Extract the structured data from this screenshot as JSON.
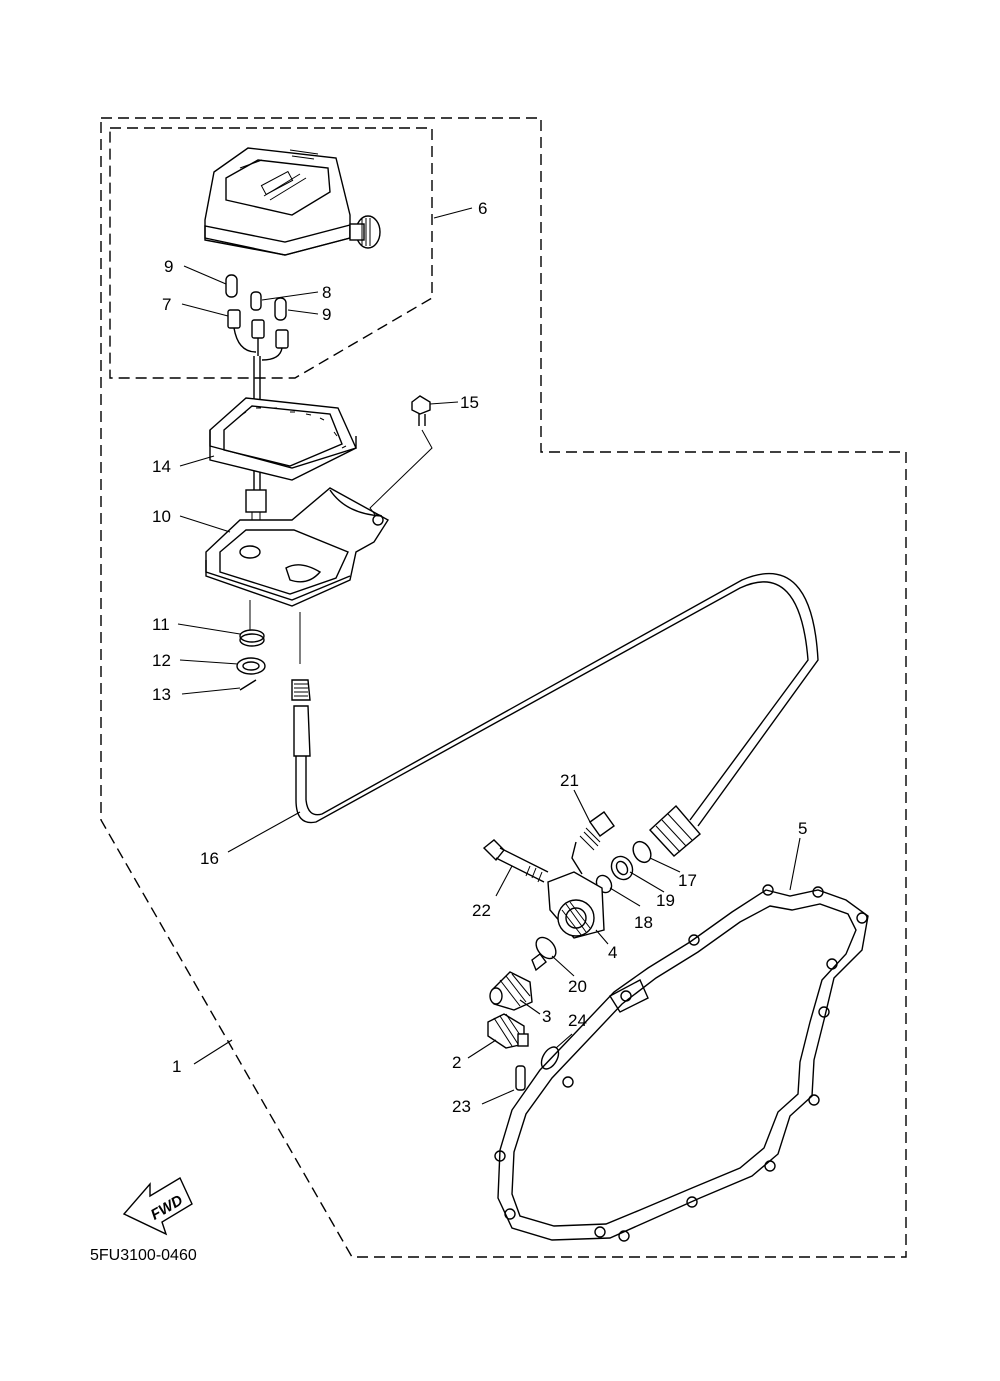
{
  "diagram_code": "5FU3100-0460",
  "direction_label": "FWD",
  "callouts": [
    {
      "id": "c1",
      "label": "1"
    },
    {
      "id": "c2",
      "label": "2"
    },
    {
      "id": "c3",
      "label": "3"
    },
    {
      "id": "c4",
      "label": "4"
    },
    {
      "id": "c5",
      "label": "5"
    },
    {
      "id": "c6",
      "label": "6"
    },
    {
      "id": "c7",
      "label": "7"
    },
    {
      "id": "c8",
      "label": "8"
    },
    {
      "id": "c9a",
      "label": "9"
    },
    {
      "id": "c9b",
      "label": "9"
    },
    {
      "id": "c10",
      "label": "10"
    },
    {
      "id": "c11",
      "label": "11"
    },
    {
      "id": "c12",
      "label": "12"
    },
    {
      "id": "c13",
      "label": "13"
    },
    {
      "id": "c14",
      "label": "14"
    },
    {
      "id": "c15",
      "label": "15"
    },
    {
      "id": "c16",
      "label": "16"
    },
    {
      "id": "c17",
      "label": "17"
    },
    {
      "id": "c18",
      "label": "18"
    },
    {
      "id": "c19",
      "label": "19"
    },
    {
      "id": "c20",
      "label": "20"
    },
    {
      "id": "c21",
      "label": "21"
    },
    {
      "id": "c22",
      "label": "22"
    },
    {
      "id": "c23",
      "label": "23"
    },
    {
      "id": "c24",
      "label": "24"
    }
  ]
}
